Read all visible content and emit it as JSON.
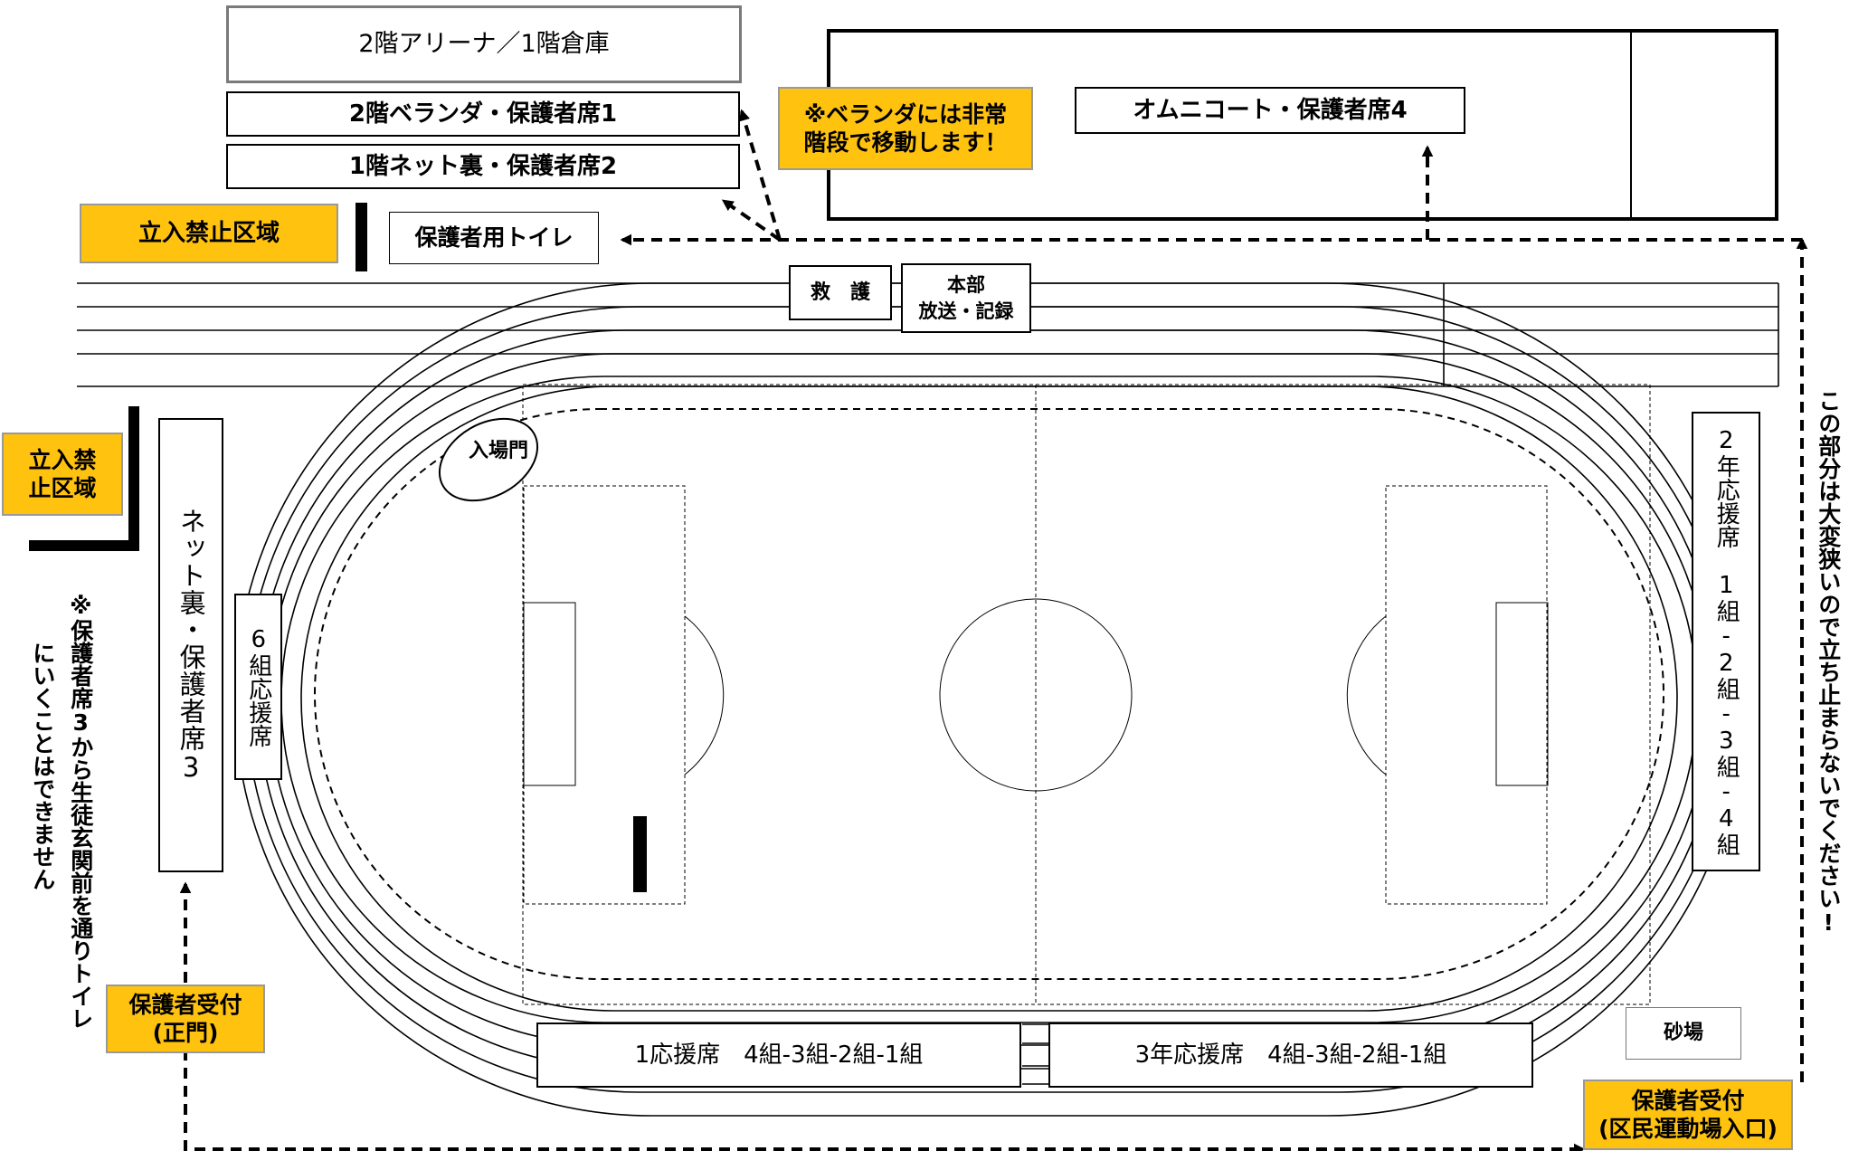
{
  "labels": {
    "arena": "2階アリーナ／1階倉庫",
    "veranda": "2階ベランダ・保護者席1",
    "net_back_1f": "1階ネット裏・保護者席2",
    "stairs_note": "※ベランダには非常\n階段で移動します！",
    "omni_court": "オムニコート・保護者席4",
    "no_entry_top": "立入禁止区域",
    "toilet": "保護者用トイレ",
    "rescue": "救　護",
    "hq": "本部\n放送・記録",
    "no_entry_left": "立入禁\n止区域",
    "entrance_gate": "入場門",
    "seat3": "ネット裏・保護者席3",
    "class6": "6組応援席",
    "grade2": "2年応援席　1組-2組-3組-4組",
    "left_note_1": "※保護者席3から生徒玄関前を通りトイレ",
    "left_note_2": "にいくことはできません",
    "right_note": "この部分は大変狭いので立ち止まらないでください!",
    "grade1": "1応援席　4組-3組-2組-1組",
    "grade3": "3年応援席　4組-3組-2組-1組",
    "sandpit": "砂場",
    "reception_main": "保護者受付\n(正門)",
    "reception_park": "保護者受付\n(区民運動場入口)"
  },
  "colors": {
    "highlight": "#ffc20e",
    "line": "#000000",
    "gray_border": "#7a7a7a"
  }
}
